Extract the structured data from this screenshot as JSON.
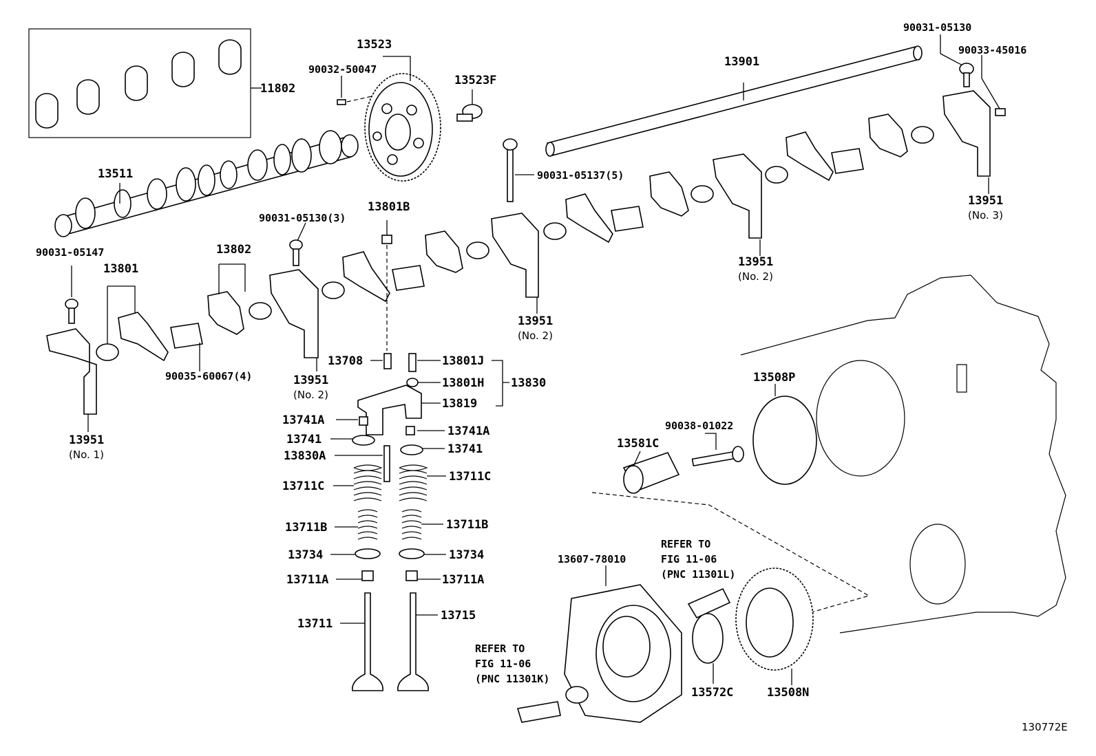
{
  "figure_code": "130772E",
  "labels": {
    "p11802": "11802",
    "p13523": "13523",
    "p90032_50047": "90032-50047",
    "p13523F": "13523F",
    "p13901": "13901",
    "p90031_05130_top": "90031-05130",
    "p90033_45016": "90033-45016",
    "p13511": "13511",
    "p90031_05137": "90031-05137(5)",
    "p13951_no3": "13951",
    "p13951_no2_right": "13951",
    "p90031_05130_3": "90031-05130(3)",
    "p13801B": "13801B",
    "p90031_05147": "90031-05147",
    "p13801": "13801",
    "p13802": "13802",
    "p13951_no2_mid": "13951",
    "p13951_no2_left": "13951",
    "p13951_no1": "13951",
    "p90035_60067": "90035-60067(4)",
    "p13708": "13708",
    "p13801J": "13801J",
    "p13801H": "13801H",
    "p13830": "13830",
    "p13819": "13819",
    "p13741A_left": "13741A",
    "p13741A_right": "13741A",
    "p13741_left": "13741",
    "p13741_right": "13741",
    "p13830A": "13830A",
    "p13711C_left": "13711C",
    "p13711C_right": "13711C",
    "p13711B_left": "13711B",
    "p13711B_right": "13711B",
    "p13734_left": "13734",
    "p13734_right": "13734",
    "p13711A_left": "13711A",
    "p13711A_right": "13711A",
    "p13711": "13711",
    "p13715": "13715",
    "p13508P": "13508P",
    "p90038_01022": "90038-01022",
    "p13581C": "13581C",
    "p13607_78010": "13607-78010",
    "p13572C": "13572C",
    "p13508N": "13508N"
  },
  "notes": {
    "no1": "(No. 1)",
    "no2_left": "(No. 2)",
    "no2_mid": "(No. 2)",
    "no2_right": "(No. 2)",
    "no3": "(No. 3)"
  },
  "refs": {
    "ref_l_1": "REFER TO",
    "ref_l_2": "FIG 11-06",
    "ref_l_3": "(PNC 11301K)",
    "ref_r_1": "REFER TO",
    "ref_r_2": "FIG 11-06",
    "ref_r_3": "(PNC 11301L)"
  }
}
